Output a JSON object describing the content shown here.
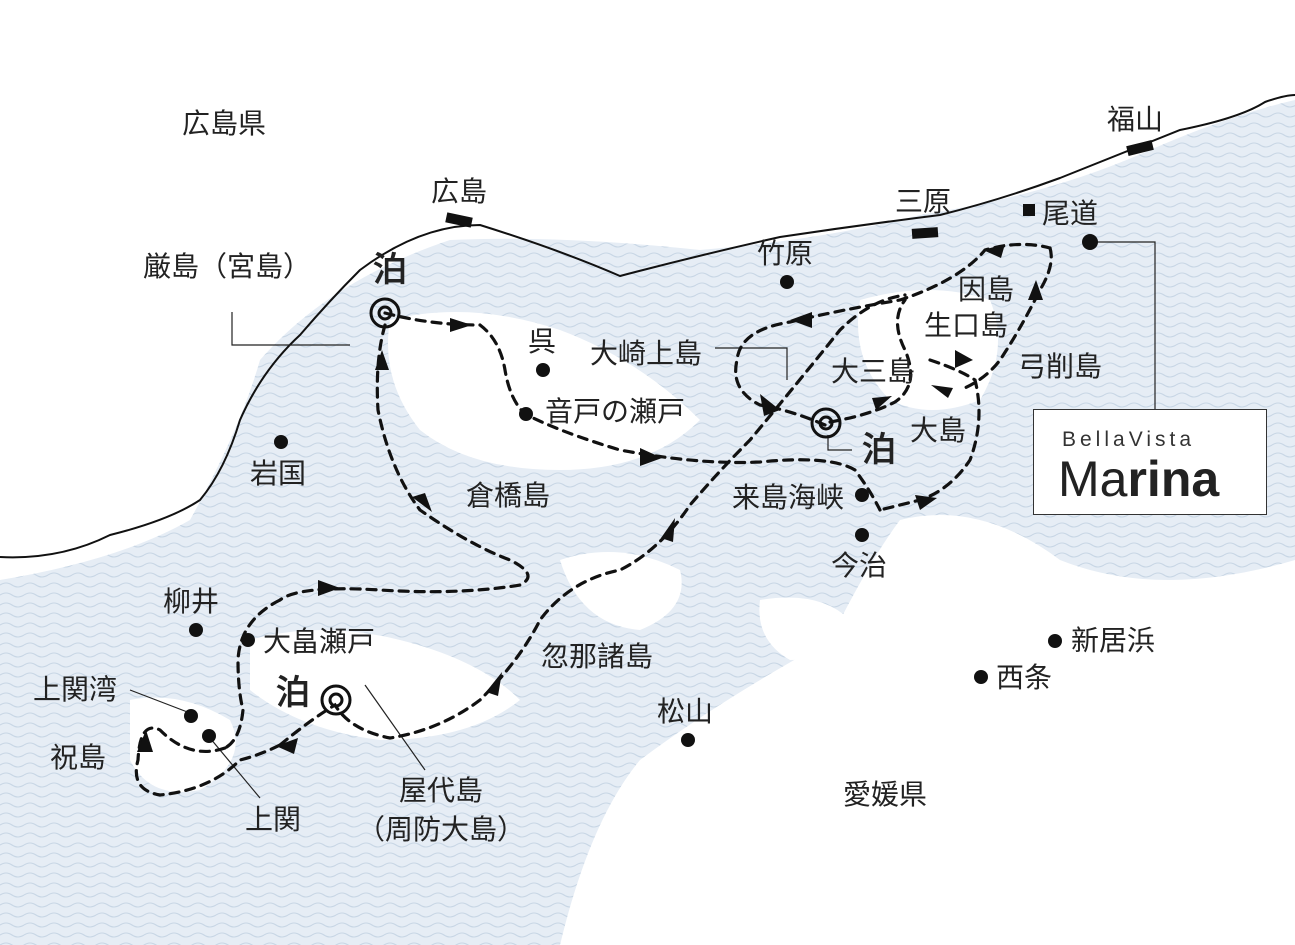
{
  "regions": {
    "hiroshima_pref": "広島県",
    "ehime_pref": "愛媛県"
  },
  "cities": {
    "hiroshima": "広島",
    "fukuyama": "福山",
    "mihara": "三原",
    "onomichi": "尾道",
    "takehara": "竹原",
    "kure": "呉",
    "iwakuni": "岩国",
    "yanai": "柳井",
    "imabari": "今治",
    "saijo": "西条",
    "niihama": "新居浜",
    "matsuyama": "松山",
    "kaminoseki": "上関"
  },
  "places": {
    "itsukushima": "厳島（宮島）",
    "ondo_strait": "音戸の瀬戸",
    "kurahashi": "倉橋島",
    "osakikamijima": "大崎上島",
    "omishima": "大三島",
    "innoshima": "因島",
    "ikuchijima": "生口島",
    "yugejima": "弓削島",
    "oshima": "大島",
    "kurushima_strait": "来島海峡",
    "kutsuna": "忽那諸島",
    "oobatake_strait": "大畠瀬戸",
    "kaminoseki_bay": "上関湾",
    "iwaishima": "祝島",
    "yashiro": "屋代島",
    "suo_oshima": "（周防大島）"
  },
  "stops": {
    "label": "泊"
  },
  "logo": {
    "line1": "BellaVista",
    "line2_thin": "Ma",
    "line2_bold": "rina"
  },
  "colors": {
    "sea": "#dfe8f1",
    "route": "#111111",
    "coast": "#111111"
  }
}
